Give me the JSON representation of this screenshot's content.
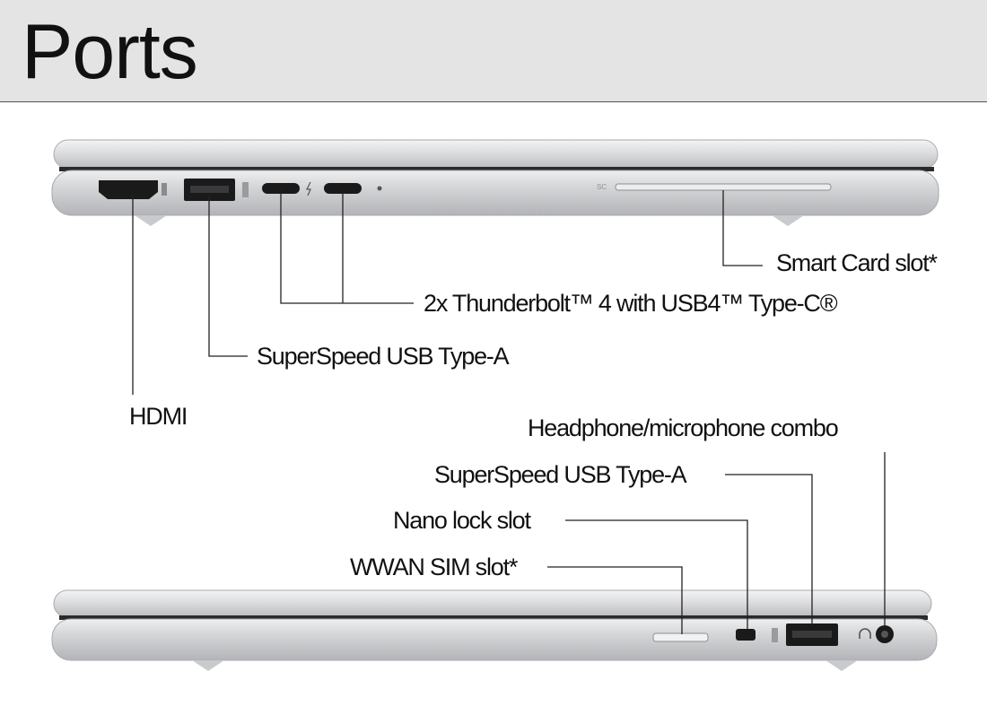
{
  "title": "Ports",
  "left_side": {
    "hdmi": "HDMI",
    "usb_a": "SuperSpeed USB Type-A",
    "thunderbolt": "2x Thunderbolt™ 4 with USB4™ Type-C®",
    "smart_card": "Smart Card slot*",
    "sc_marking": "SC"
  },
  "right_side": {
    "headphone": "Headphone/microphone combo",
    "usb_a": "SuperSpeed USB Type-A",
    "nano_lock": "Nano lock slot",
    "wwan_sim": "WWAN SIM slot*"
  },
  "colors": {
    "header_bg": "#e4e4e4",
    "chassis": "#cfd0d3",
    "port_dark": "#1a1a1a",
    "leader_line": "#222222"
  }
}
